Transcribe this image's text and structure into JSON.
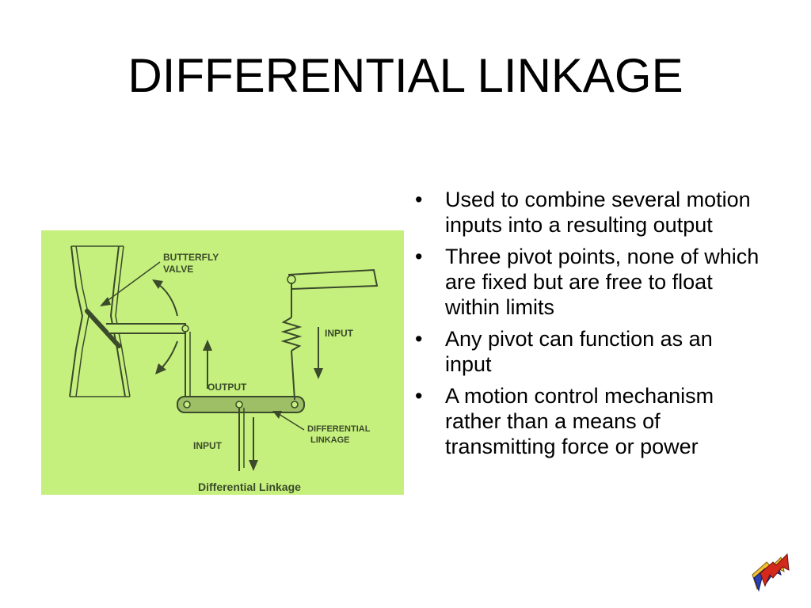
{
  "slide": {
    "title": "DIFFERENTIAL LINKAGE"
  },
  "figure": {
    "labels": {
      "butterfly_line1": "BUTTERFLY",
      "butterfly_line2": "VALVE",
      "input_right": "INPUT",
      "output": "OUTPUT",
      "differential_line1": "DIFFERENTIAL",
      "differential_line2": "LINKAGE",
      "input_bottom": "INPUT",
      "caption": "Differential Linkage"
    },
    "colors": {
      "background": "#c6f07e",
      "ink": "#3a4a2a",
      "link_fill": "#9fbf66"
    }
  },
  "bullets": [
    "Used to combine several motion inputs into a resulting output",
    "Three pivot points, none of which are fixed but are free to float within limits",
    "Any pivot can function as an input",
    "A motion control mechanism rather than a means of transmitting force or power"
  ],
  "bullet_marker": "•",
  "logo": {
    "icon": "arrows-logo-icon",
    "colors": [
      "#d42a1e",
      "#2a3fb0",
      "#f2c230"
    ]
  }
}
